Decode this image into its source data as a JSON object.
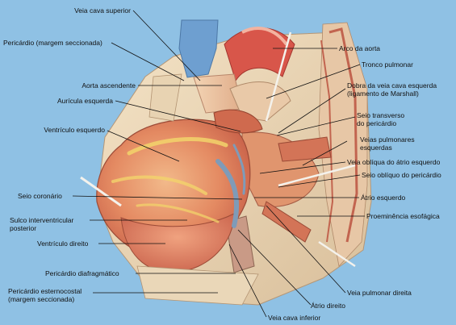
{
  "figure": {
    "background": "#8fc1e4",
    "leader_color": "#111111",
    "labels_left": [
      {
        "id": "veia-cava-superior",
        "text": "Veia cava superior"
      },
      {
        "id": "pericardio-margem",
        "text": "Pericárdio (margem seccionada)"
      },
      {
        "id": "aorta-ascendente",
        "text": "Aorta ascendente"
      },
      {
        "id": "auricula-esquerda",
        "text": "Aurícula esquerda"
      },
      {
        "id": "ventriculo-esquerdo",
        "text": "Ventrículo esquerdo"
      },
      {
        "id": "seio-coronario",
        "text": "Seio coronário"
      },
      {
        "id": "sulco-interventricular",
        "text": "Sulco interventricular\nposterior"
      },
      {
        "id": "ventriculo-direito",
        "text": "Ventrículo direito"
      },
      {
        "id": "pericardio-diafragmatico",
        "text": "Pericárdio diafragmático"
      },
      {
        "id": "pericardio-esternocostal",
        "text": "Pericárdio esternocostal\n(margem seccionada)"
      }
    ],
    "labels_right": [
      {
        "id": "arco-aorta",
        "text": "Arco da aorta"
      },
      {
        "id": "tronco-pulmonar",
        "text": "Tronco pulmonar"
      },
      {
        "id": "dobra-veia-cava",
        "text": "Dobra da veia cava esquerda\n(ligamento de Marshall)"
      },
      {
        "id": "seio-transverso",
        "text": "Seio transverso\ndo pericárdio"
      },
      {
        "id": "veias-pulmonares",
        "text": "Veias pulmonares\nesquerdas"
      },
      {
        "id": "veia-obliqua",
        "text": "Veia oblíqua do átrio esquerdo"
      },
      {
        "id": "seio-obliquo",
        "text": "Seio oblíquo do pericárdio"
      },
      {
        "id": "atrio-esquerdo",
        "text": "Átrio esquerdo"
      },
      {
        "id": "proeminencia-esofagica",
        "text": "Proeminência esofágica"
      },
      {
        "id": "veia-pulmonar-direita",
        "text": "Veia pulmonar direita"
      },
      {
        "id": "atrio-direito",
        "text": "Átrio direito"
      },
      {
        "id": "veia-cava-inferior",
        "text": "Veia cava inferior"
      }
    ]
  }
}
